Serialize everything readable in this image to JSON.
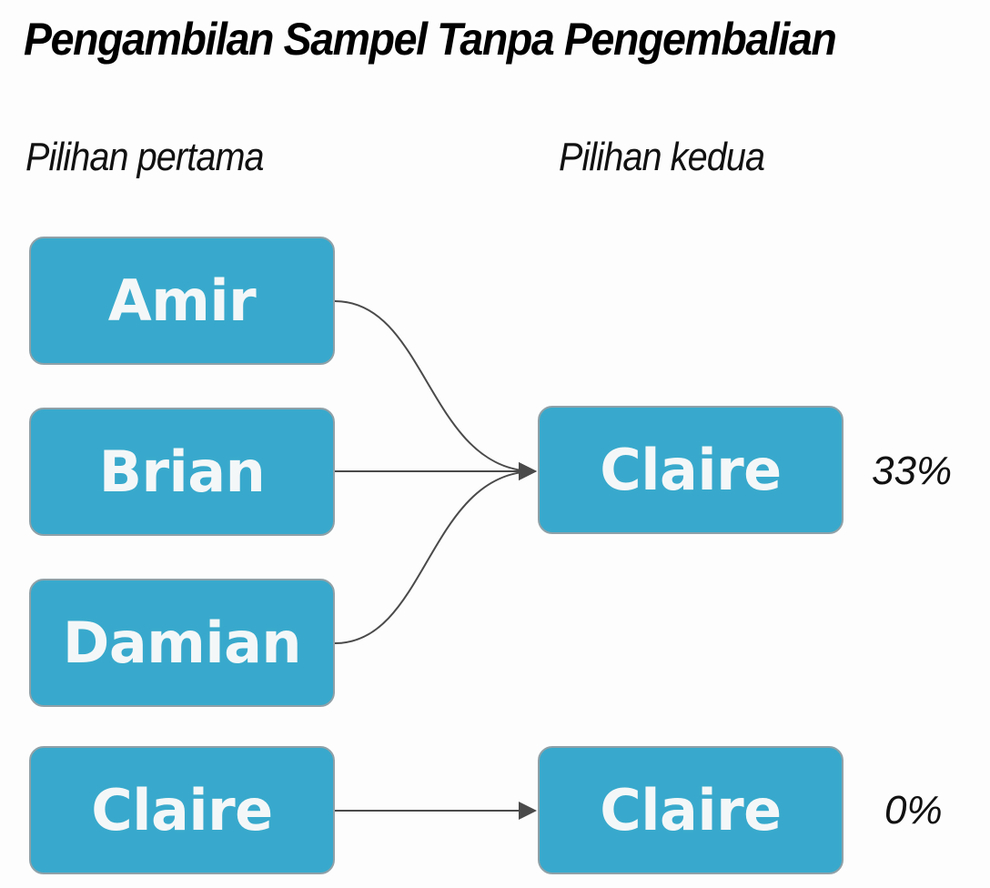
{
  "title": "Pengambilan Sampel Tanpa Pengembalian",
  "columns": {
    "first": "Pilihan pertama",
    "second": "Pilihan kedua"
  },
  "first_choice_nodes": [
    {
      "label": "Amir"
    },
    {
      "label": "Brian"
    },
    {
      "label": "Damian"
    },
    {
      "label": "Claire"
    }
  ],
  "second_choice_nodes": [
    {
      "label": "Claire",
      "probability": "33%"
    },
    {
      "label": "Claire",
      "probability": "0%"
    }
  ],
  "edges": [
    {
      "from": "Amir",
      "to": "Claire (33%)"
    },
    {
      "from": "Brian",
      "to": "Claire (33%)"
    },
    {
      "from": "Damian",
      "to": "Claire (33%)"
    },
    {
      "from": "Claire",
      "to": "Claire (0%)"
    }
  ],
  "colors": {
    "node_fill": "#38a9cc",
    "node_border": "#8fa1a8",
    "node_text": "#f4f7f8",
    "edge": "#4a4a4a"
  }
}
